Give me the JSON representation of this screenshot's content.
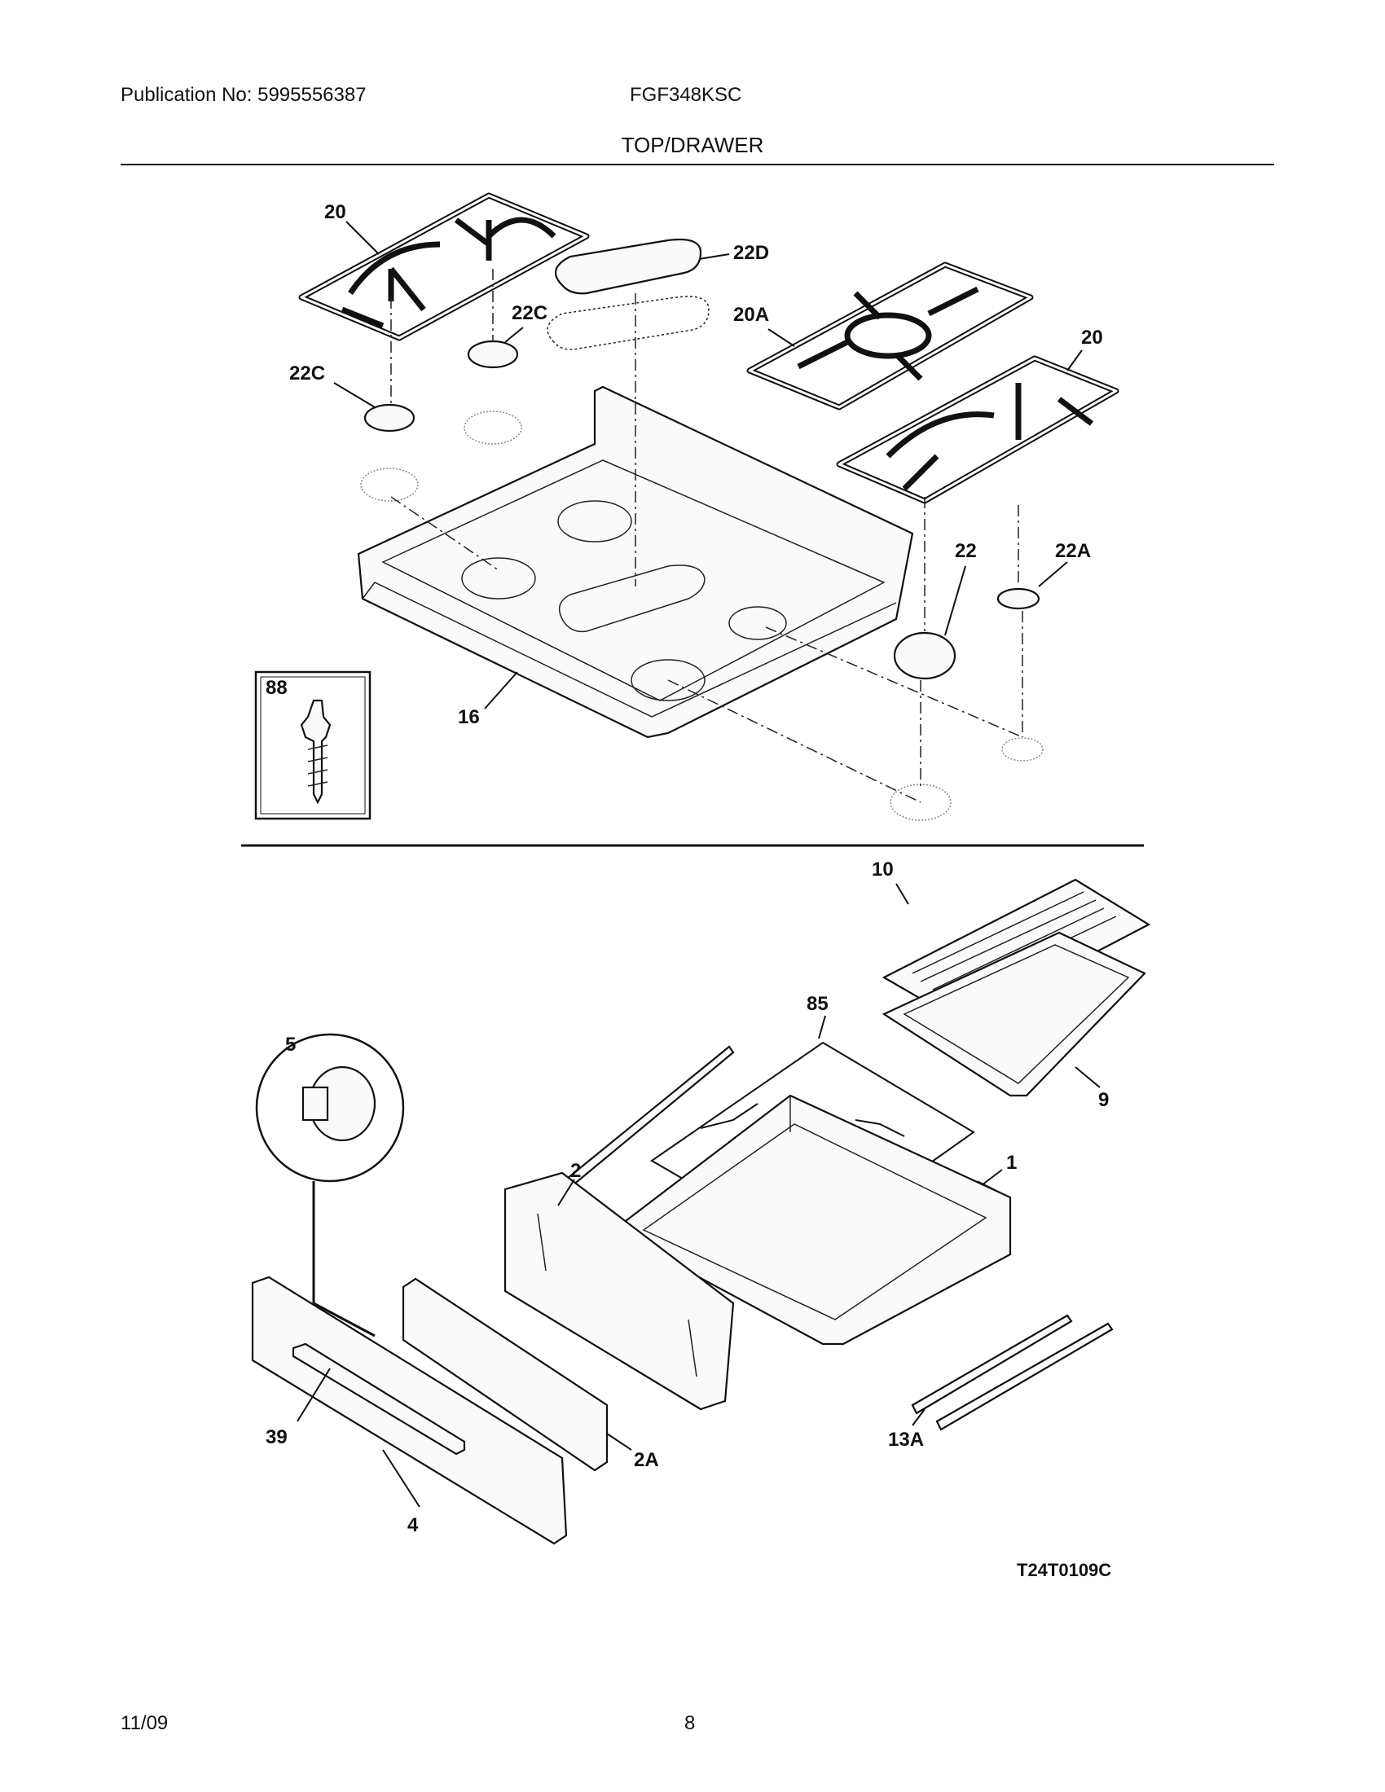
{
  "header": {
    "publication": "Publication No: 5995556387",
    "model": "FGF348KSC",
    "section_title": "TOP/DRAWER"
  },
  "callouts": {
    "c20_left": "20",
    "c22D": "22D",
    "c22C_upper": "22C",
    "c22C_lower": "22C",
    "c20A": "20A",
    "c20_right": "20",
    "c22": "22",
    "c22A": "22A",
    "c16": "16",
    "c88": "88",
    "c10": "10",
    "c85": "85",
    "c5": "5",
    "c9": "9",
    "c2": "2",
    "c1": "1",
    "c39": "39",
    "c2A": "2A",
    "c13A": "13A",
    "c4": "4"
  },
  "diagram_code": "T24T0109C",
  "footer": {
    "date": "11/09",
    "page": "8"
  }
}
